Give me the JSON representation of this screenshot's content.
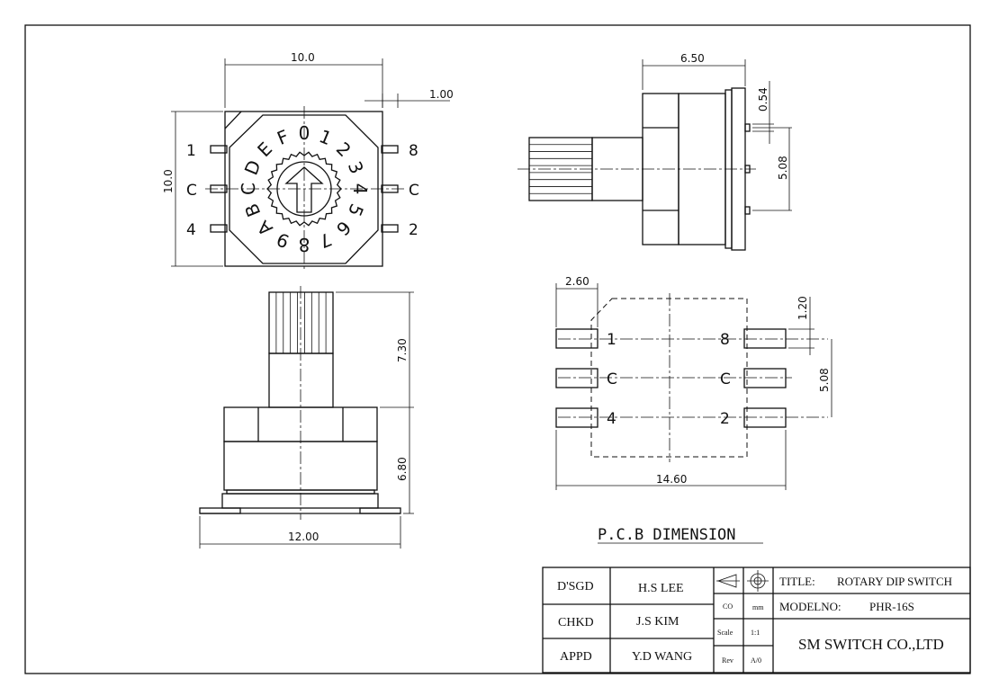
{
  "dimensions": {
    "top_width": "10.0",
    "top_pin": "1.00",
    "top_height": "10.0",
    "side_width": "6.50",
    "side_pitch_small": "0.54",
    "side_pitch": "5.08",
    "front_knob": "7.30",
    "front_body": "6.80",
    "front_width": "12.00",
    "pcb_pad": "2.60",
    "pcb_pad_height": "1.20",
    "pcb_pitch": "5.08",
    "pcb_width": "14.60"
  },
  "pin_labels": {
    "left": [
      "1",
      "C",
      "4"
    ],
    "right": [
      "8",
      "C",
      "2"
    ]
  },
  "dial_digits": [
    "0",
    "1",
    "2",
    "3",
    "4",
    "5",
    "6",
    "7",
    "8",
    "9",
    "A",
    "B",
    "C",
    "D",
    "E",
    "F"
  ],
  "pcb": {
    "title": "P.C.B DIMENSION",
    "left_labels": [
      "1",
      "C",
      "4"
    ],
    "right_labels": [
      "8",
      "C",
      "2"
    ]
  },
  "title_block": {
    "designed_label": "D'SGD",
    "designed_by": "H.S LEE",
    "checked_label": "CHKD",
    "checked_by": "J.S KIM",
    "approved_label": "APPD",
    "approved_by": "Y.D WANG",
    "co_label": "CO",
    "unit": "mm",
    "scale_label": "Scale",
    "scale": "1:1",
    "rev_label": "Rev",
    "rev": "A/0",
    "title_label": "TITLE:",
    "title": "ROTARY DIP SWITCH",
    "model_label": "MODELNO:",
    "model": "PHR-16S",
    "company": "SM SWITCH CO.,LTD"
  }
}
